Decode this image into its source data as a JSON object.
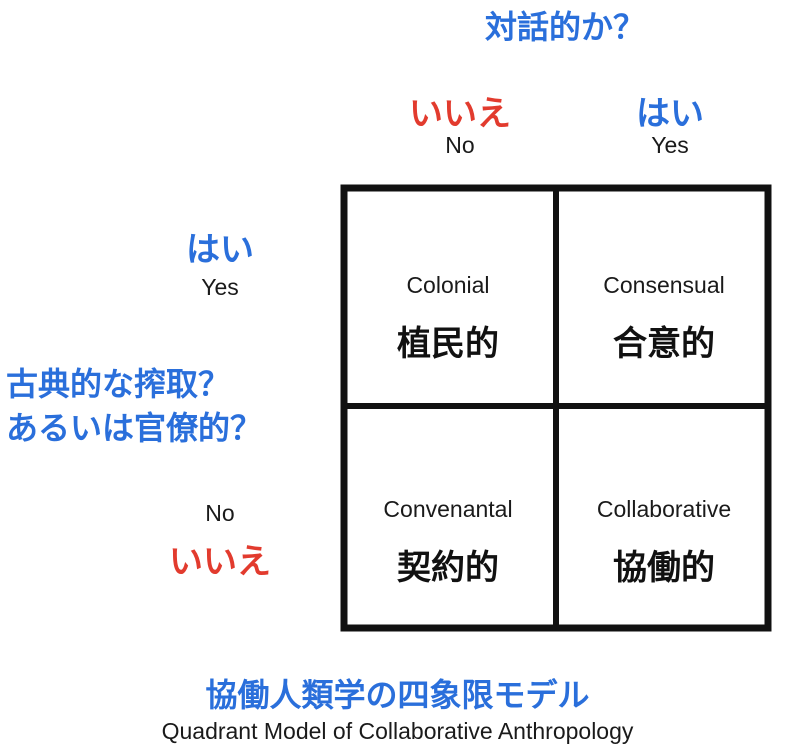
{
  "top_axis": {
    "question": "対話的か？",
    "no_jp": "いいえ",
    "no_en": "No",
    "yes_jp": "はい",
    "yes_en": "Yes"
  },
  "left_axis": {
    "question_line1": "古典的な搾取？",
    "question_line2": "あるいは官僚的？",
    "yes_jp": "はい",
    "yes_en": "Yes",
    "no_en": "No",
    "no_jp": "いいえ"
  },
  "quadrants": [
    {
      "en": "Colonial",
      "jp": "植民的"
    },
    {
      "en": "Consensual",
      "jp": "合意的"
    },
    {
      "en": "Convenantal",
      "jp": "契約的"
    },
    {
      "en": "Collaborative",
      "jp": "協働的"
    }
  ],
  "caption": {
    "title_jp": "協働人類学の四象限モデル",
    "title_en": "Quadrant Model of Collaborative Anthropology"
  },
  "colors": {
    "blue": "#2a6fdb",
    "red": "#e23b2e",
    "border": "#111111"
  }
}
